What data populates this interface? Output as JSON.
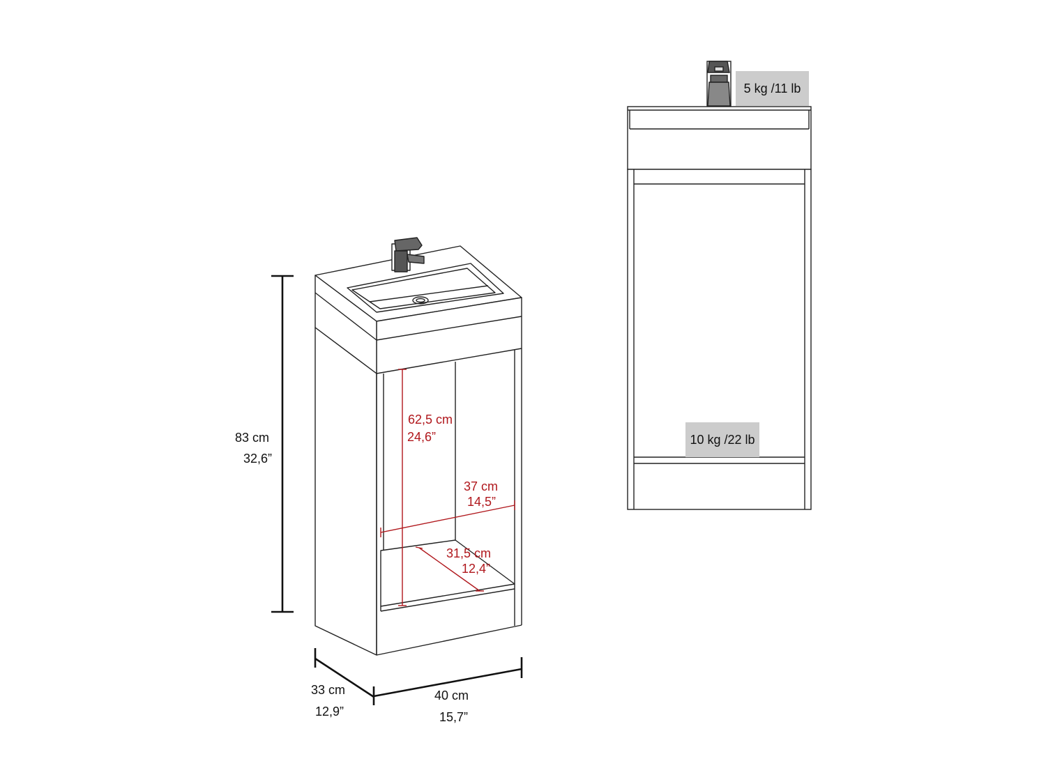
{
  "dimensions": {
    "height": {
      "metric": "83 cm",
      "imperial": "32,6”"
    },
    "depth": {
      "metric": "33 cm",
      "imperial": "12,9”"
    },
    "width": {
      "metric": "40 cm",
      "imperial": "15,7”"
    },
    "inner_height": {
      "metric": "62,5 cm",
      "imperial": "24,6”"
    },
    "inner_width": {
      "metric": "37 cm",
      "imperial": "14,5”"
    },
    "inner_depth": {
      "metric": "31,5 cm",
      "imperial": "12,4”"
    }
  },
  "load_capacity": {
    "top": "5 kg /11 lb",
    "shelf": "10 kg /22 lb"
  },
  "colors": {
    "line": "#111111",
    "red_dimension": "#b0171c",
    "tag_bg": "#cccccc"
  }
}
